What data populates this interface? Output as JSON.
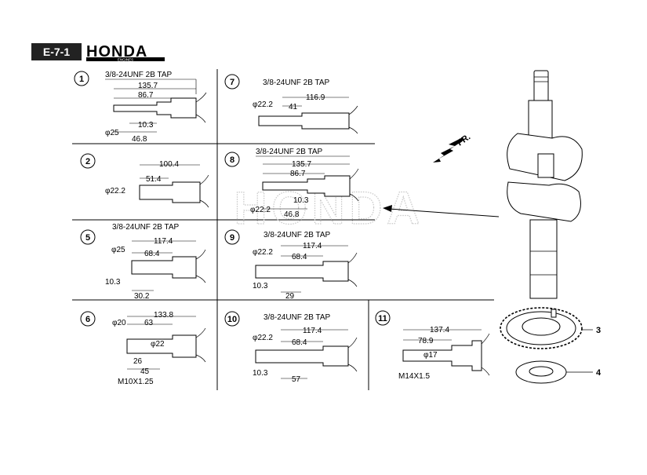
{
  "header": {
    "page_code": "E-7-1",
    "brand": "HONDA",
    "brand_sub": "ENGINES"
  },
  "watermark": "HONDA",
  "arrow_label": "FR.",
  "callouts": {
    "gear": "3",
    "washer": "4"
  },
  "cells": [
    {
      "id": "1",
      "tap": "3/8-24UNF 2B TAP",
      "dims": [
        "135.7",
        "86.7",
        "10.3",
        "φ25",
        "46.8"
      ]
    },
    {
      "id": "2",
      "tap": "",
      "dims": [
        "100.4",
        "51.4",
        "φ22.2"
      ]
    },
    {
      "id": "5",
      "tap": "3/8-24UNF 2B TAP",
      "dims": [
        "117.4",
        "φ25",
        "68.4",
        "10.3",
        "30.2"
      ]
    },
    {
      "id": "6",
      "tap": "",
      "dims": [
        "133.8",
        "φ20",
        "63",
        "φ22",
        "26",
        "45",
        "M10X1.25"
      ]
    },
    {
      "id": "7",
      "tap": "3/8-24UNF 2B TAP",
      "dims": [
        "116.9",
        "φ22.2",
        "41"
      ]
    },
    {
      "id": "8",
      "tap": "3/8-24UNF 2B TAP",
      "dims": [
        "135.7",
        "86.7",
        "10.3",
        "φ22.2",
        "46.8"
      ]
    },
    {
      "id": "9",
      "tap": "3/8-24UNF 2B TAP",
      "dims": [
        "117.4",
        "φ22.2",
        "68.4",
        "10.3",
        "29"
      ]
    },
    {
      "id": "10",
      "tap": "3/8-24UNF 2B TAP",
      "dims": [
        "117.4",
        "φ22.2",
        "68.4",
        "10.3",
        "57"
      ]
    },
    {
      "id": "11",
      "tap": "",
      "dims": [
        "137.4",
        "78.9",
        "φ17",
        "M14X1.5"
      ]
    }
  ]
}
